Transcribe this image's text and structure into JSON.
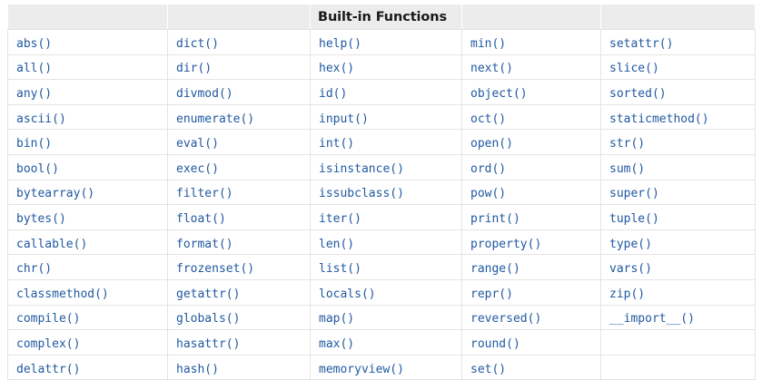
{
  "table": {
    "title": "Built-in Functions",
    "title_column_index": 2,
    "column_count": 5,
    "header_cells": [
      "",
      "",
      "Built-in Functions",
      "",
      ""
    ],
    "rows": [
      [
        "abs()",
        "dict()",
        "help()",
        "min()",
        "setattr()"
      ],
      [
        "all()",
        "dir()",
        "hex()",
        "next()",
        "slice()"
      ],
      [
        "any()",
        "divmod()",
        "id()",
        "object()",
        "sorted()"
      ],
      [
        "ascii()",
        "enumerate()",
        "input()",
        "oct()",
        "staticmethod()"
      ],
      [
        "bin()",
        "eval()",
        "int()",
        "open()",
        "str()"
      ],
      [
        "bool()",
        "exec()",
        "isinstance()",
        "ord()",
        "sum()"
      ],
      [
        "bytearray()",
        "filter()",
        "issubclass()",
        "pow()",
        "super()"
      ],
      [
        "bytes()",
        "float()",
        "iter()",
        "print()",
        "tuple()"
      ],
      [
        "callable()",
        "format()",
        "len()",
        "property()",
        "type()"
      ],
      [
        "chr()",
        "frozenset()",
        "list()",
        "range()",
        "vars()"
      ],
      [
        "classmethod()",
        "getattr()",
        "locals()",
        "repr()",
        "zip()"
      ],
      [
        "compile()",
        "globals()",
        "map()",
        "reversed()",
        "__import__()"
      ],
      [
        "complex()",
        "hasattr()",
        "max()",
        "round()",
        ""
      ],
      [
        "delattr()",
        "hash()",
        "memoryview()",
        "set()",
        ""
      ]
    ]
  },
  "colors": {
    "link": "#2159a0",
    "header_background": "#ececec",
    "header_text": "#1a1a1a",
    "cell_border": "#e4e4e4",
    "page_background": "#ffffff"
  }
}
